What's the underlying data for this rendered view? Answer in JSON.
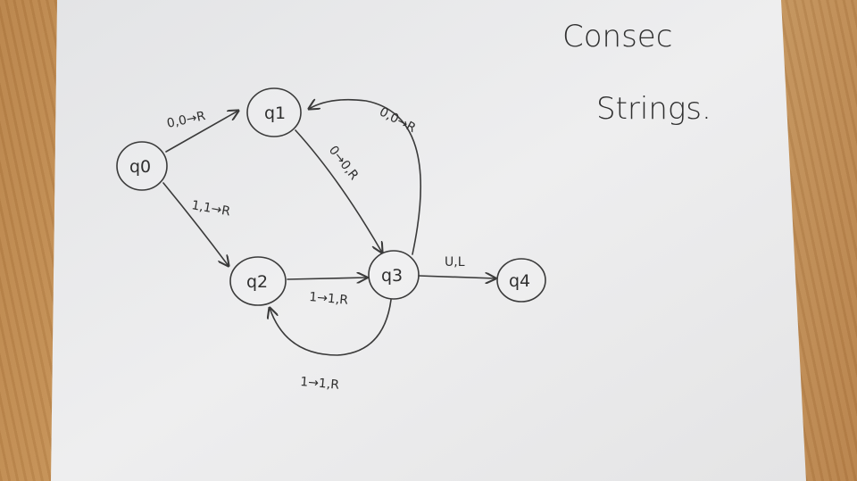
{
  "title": {
    "line1": "Consec",
    "line2": "Strings."
  },
  "states": {
    "q0": "q0",
    "q1": "q1",
    "q2": "q2",
    "q3": "q3",
    "q4": "q4"
  },
  "transitions": {
    "q0_q1": "0,0→R",
    "q0_q2": "1,1→R",
    "q3_q1": "0,0→R",
    "q1_q3": "0→0,R",
    "q2_q3": "1→1,R",
    "q3_q2": "1→1,R",
    "q3_q4": "U,L"
  },
  "colors": {
    "paper": "#e6e7e8",
    "ink": "#3a3a3a",
    "desk": "#c08a4f"
  }
}
